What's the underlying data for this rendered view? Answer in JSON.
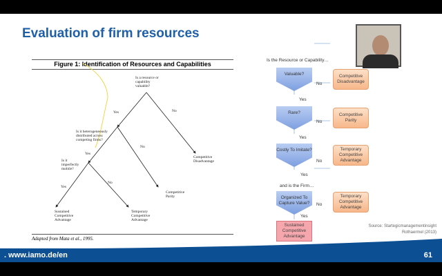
{
  "slide": {
    "title": "Evaluation of firm resources",
    "url": ". www.iamo.de/en",
    "page": "61"
  },
  "figure": {
    "title": "Figure 1: Identification of Resources and Capabilities",
    "q1": "Is a resource or capability valuable?",
    "q2": "Is it heterogeneously distributed across competing firms?",
    "q3": "Is it imperfectly mobile?",
    "yes": "Yes",
    "no": "No",
    "o1": "Competitive Disadvantage",
    "o2": "Competitive Parity",
    "o3": "Temporary Competitive Advantage",
    "o4": "Sustained Competitive Advantage",
    "caption": "Adapted from Mata et al., 1995."
  },
  "flow": {
    "header": "Is the Resource or Capability…",
    "mid": "and is the Firm…",
    "steps": [
      {
        "q": "Valuable?",
        "out": "Competitive Disadvantage"
      },
      {
        "q": "Rare?",
        "out": "Competitive Parity"
      },
      {
        "q": "Costly To Imitate?",
        "out": "Temporary Competitive Advantage"
      },
      {
        "q": "Organized To Capture Value?",
        "out": "Temporary Competitive Advantage"
      }
    ],
    "yes": "Yes",
    "no": "No",
    "final": "Sustained Competitive Advantage",
    "source1": "Source: Startegicmanagementinsight",
    "source2": "Rothaermel (2013)"
  }
}
